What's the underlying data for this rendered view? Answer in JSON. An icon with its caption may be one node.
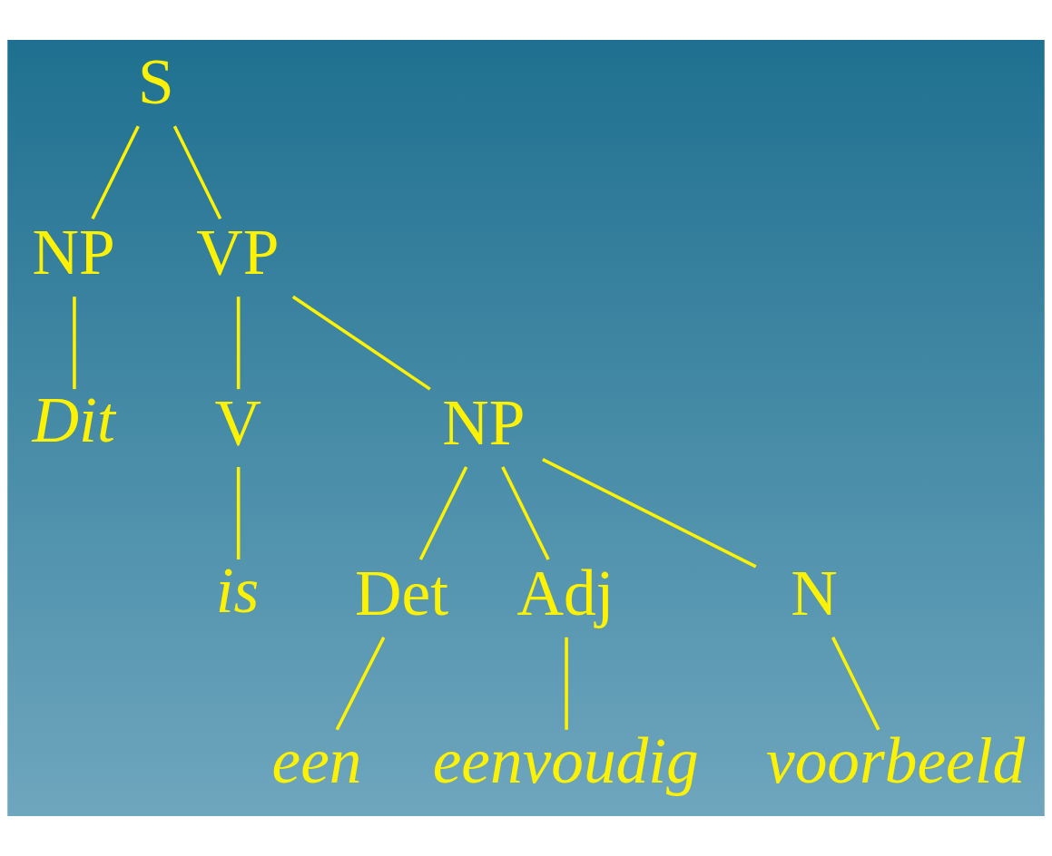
{
  "diagram": {
    "nodes": [
      {
        "text": [
          "S"
        ]
      },
      {
        "text": [
          "NP"
        ]
      },
      {
        "text": [
          "VP"
        ]
      },
      {
        "text": [
          "Dit"
        ]
      },
      {
        "text": [
          "V"
        ]
      },
      {
        "text": [
          "NP"
        ]
      },
      {
        "text": [
          "is"
        ]
      },
      {
        "text": [
          "Det"
        ]
      },
      {
        "text": [
          "Adj"
        ]
      },
      {
        "text": [
          "N"
        ]
      },
      {
        "text": [
          "een"
        ]
      },
      {
        "text": [
          "eenvoudig"
        ]
      },
      {
        "text": [
          "voorbeeld"
        ]
      }
    ],
    "edges": [
      {
        "from": 0,
        "to": 1,
        "arrow": "none"
      },
      {
        "from": 0,
        "to": 2,
        "arrow": "none"
      },
      {
        "from": 1,
        "to": 3,
        "arrow": "none"
      },
      {
        "from": 2,
        "to": 4,
        "arrow": "none"
      },
      {
        "from": 2,
        "to": 5,
        "arrow": "none"
      },
      {
        "from": 4,
        "to": 6,
        "arrow": "none"
      },
      {
        "from": 5,
        "to": 7,
        "arrow": "none"
      },
      {
        "from": 5,
        "to": 8,
        "arrow": "none"
      },
      {
        "from": 5,
        "to": 9,
        "arrow": "none"
      },
      {
        "from": 7,
        "to": 10,
        "arrow": "none"
      },
      {
        "from": 8,
        "to": 11,
        "arrow": "none"
      },
      {
        "from": 9,
        "to": 12,
        "arrow": "none"
      }
    ]
  }
}
